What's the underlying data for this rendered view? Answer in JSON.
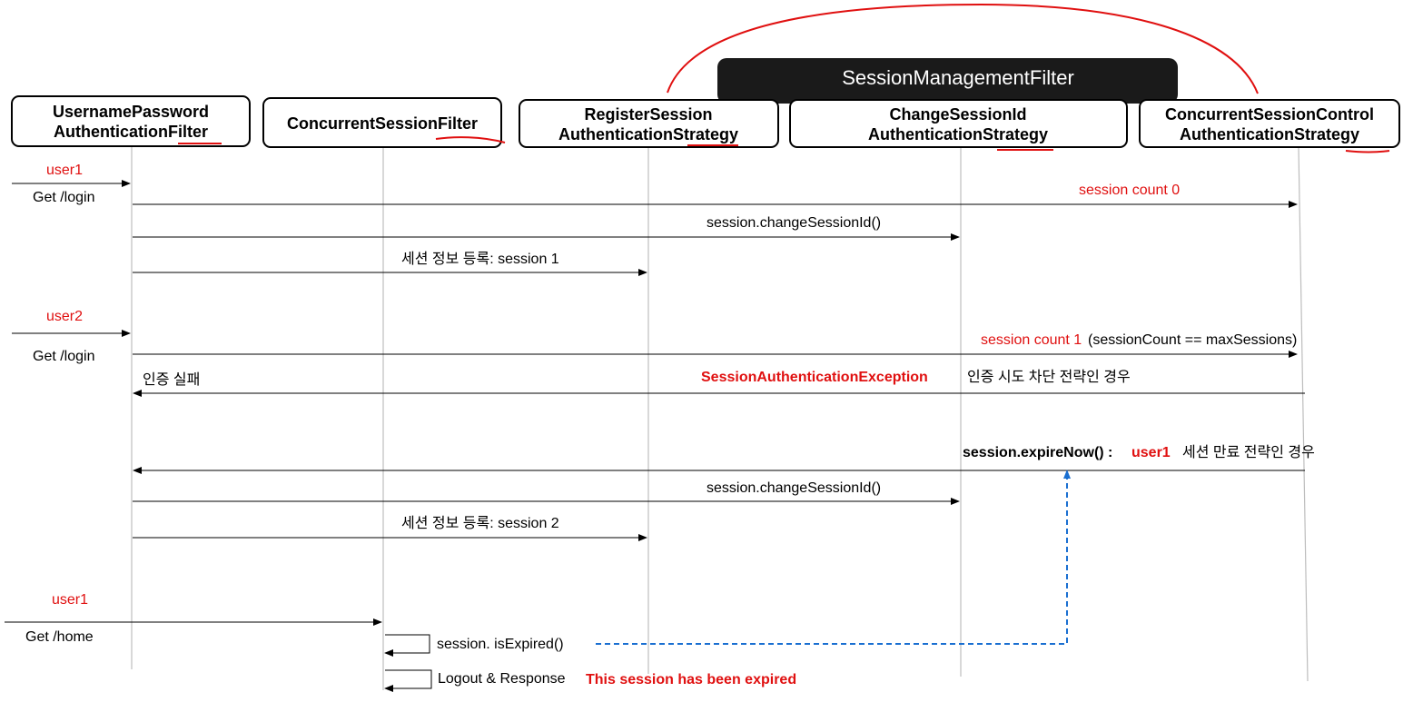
{
  "header": {
    "title": "SessionManagementFilter"
  },
  "participants": [
    {
      "line1": "UsernamePassword",
      "line2": "AuthenticationFilter"
    },
    {
      "line1": "ConcurrentSessionFilter",
      "line2": ""
    },
    {
      "line1": "RegisterSession",
      "line2": "AuthenticationStrategy"
    },
    {
      "line1": "ChangeSessionId",
      "line2": "AuthenticationStrategy"
    },
    {
      "line1": "ConcurrentSessionControl",
      "line2": "AuthenticationStrategy"
    }
  ],
  "labels": {
    "user1_a": "user1",
    "get_login_a": "Get /login",
    "session_count_0": "session count 0",
    "change_id_1": "session.changeSessionId()",
    "register_1": "세션 정보 등록: session 1",
    "user2": "user2",
    "get_login_b": "Get /login",
    "session_count_1": "session count 1",
    "session_count_1_cond": "(sessionCount == maxSessions)",
    "auth_fail": "인증 실패",
    "session_auth_exception": "SessionAuthenticationException",
    "block_case": "인증 시도 차단 전략인 경우",
    "expire_now": "session.expireNow() :",
    "expire_user": "user1",
    "expire_case": "세션 만료 전략인 경우",
    "change_id_2": "session.changeSessionId()",
    "register_2": "세션 정보 등록: session 2",
    "user1_b": "user1",
    "get_home": "Get /home",
    "is_expired": "session. isExpired()",
    "logout_response": "Logout & Response",
    "expired_message": "This session has been expired"
  },
  "colors": {
    "accent_red": "#e01010",
    "header_bg": "#1a1a1a",
    "dashed_blue": "#1a6fd1",
    "lifeline": "#bdbdbd"
  }
}
